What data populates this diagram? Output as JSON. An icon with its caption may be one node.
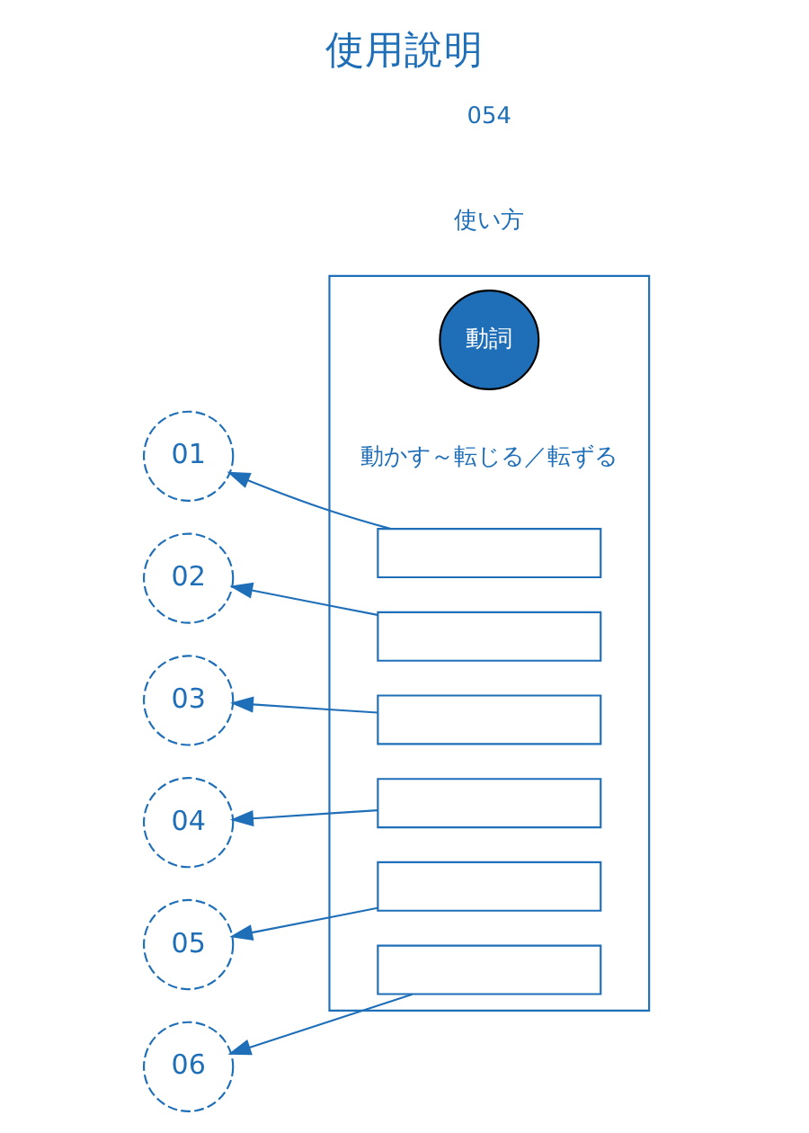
{
  "diagram": {
    "title": "使用說明",
    "nodes": [
      {
        "text": [],
        "shape": "box"
      },
      {
        "text": [
          "動詞"
        ],
        "in": 0
      },
      {
        "text": [
          "動かす～転じる／転ずる"
        ],
        "in": 0
      },
      {
        "text": [],
        "shape": "box",
        "in": 0
      },
      {
        "text": [],
        "shape": "box",
        "in": 0
      },
      {
        "text": [],
        "shape": "box",
        "in": 0
      },
      {
        "text": [],
        "shape": "box",
        "in": 0
      },
      {
        "text": [],
        "shape": "box",
        "in": 0
      },
      {
        "text": [],
        "shape": "box",
        "in": 0
      },
      {
        "text": [
          "01"
        ]
      },
      {
        "text": [
          "02"
        ]
      },
      {
        "text": [
          "03"
        ]
      },
      {
        "text": [
          "04"
        ]
      },
      {
        "text": [
          "05"
        ]
      },
      {
        "text": [
          "06"
        ]
      }
    ],
    "edges": [
      {
        "from": 3,
        "to": 9,
        "arrow": "to"
      },
      {
        "from": 4,
        "to": 10,
        "arrow": "to"
      },
      {
        "from": 5,
        "to": 11,
        "arrow": "to"
      },
      {
        "from": 6,
        "to": 12,
        "arrow": "to"
      },
      {
        "from": 7,
        "to": 13,
        "arrow": "to"
      },
      {
        "from": 8,
        "to": 14,
        "arrow": "to"
      }
    ],
    "labels": [
      "使い方",
      "054"
    ]
  }
}
